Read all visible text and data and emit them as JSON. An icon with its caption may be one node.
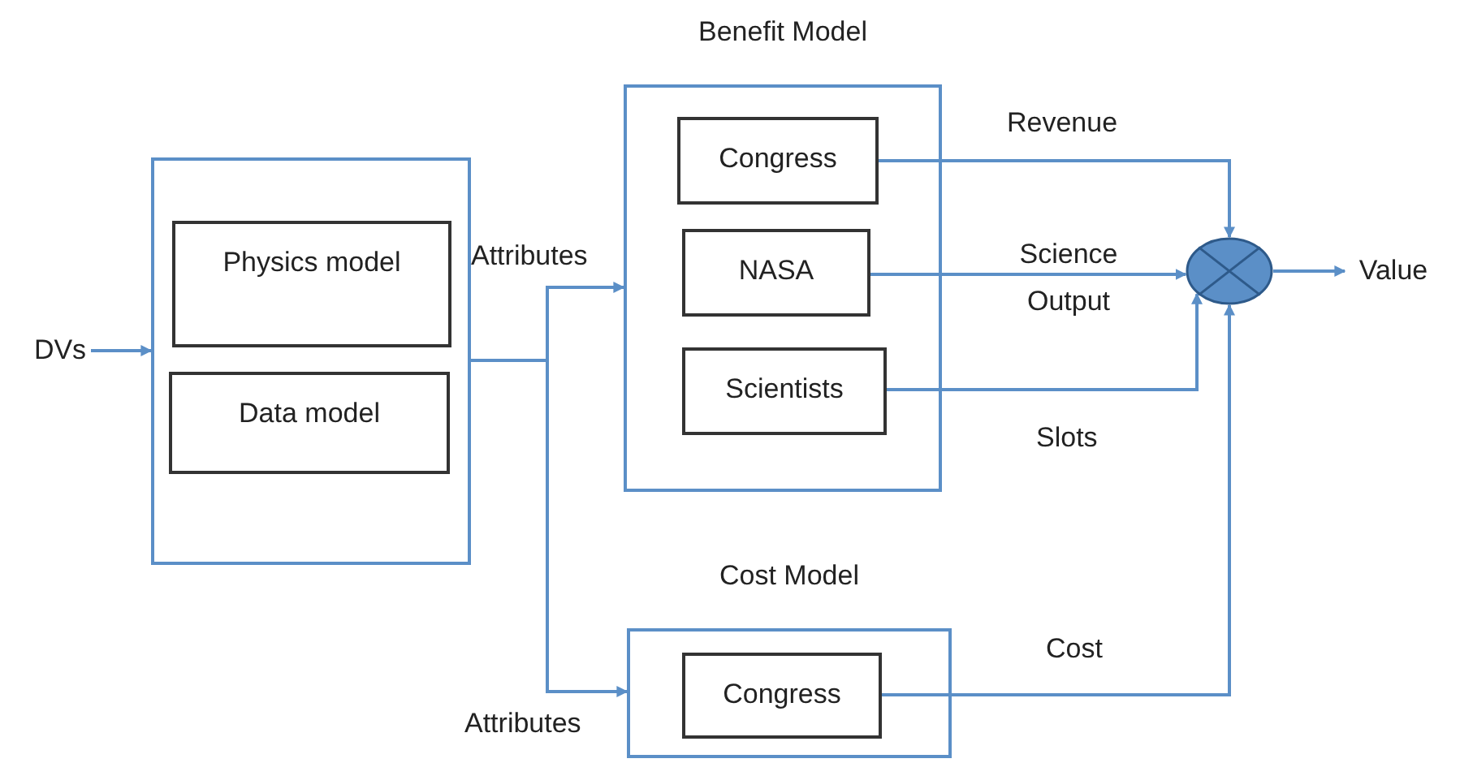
{
  "diagram": {
    "nodes": [
      {
        "text": [
          "DVs"
        ]
      },
      {
        "text": [],
        "shape": "box"
      },
      {
        "text": [
          "Physics model"
        ],
        "in": 1
      },
      {
        "text": [
          "Data model"
        ],
        "in": 1
      },
      {
        "text": [
          "Benefit Model"
        ]
      },
      {
        "text": [
          "Congress"
        ],
        "in": 4
      },
      {
        "text": [
          "NASA"
        ],
        "in": 4
      },
      {
        "text": [
          "Scientists"
        ],
        "in": 4
      },
      {
        "text": [
          "Cost Model"
        ]
      },
      {
        "text": [
          "Congress"
        ],
        "in": 8
      },
      {
        "text": [],
        "shape": "circle"
      },
      {
        "text": [
          "Value"
        ]
      }
    ],
    "edges": [
      {
        "from": 0,
        "to": 1,
        "arrow": "to"
      },
      {
        "from": 1,
        "to": 4,
        "arrow": "to",
        "label": "Attributes"
      },
      {
        "from": 1,
        "to": 8,
        "arrow": "to",
        "label": "Attributes"
      },
      {
        "from": 5,
        "to": 10,
        "arrow": "to",
        "label": "Revenue"
      },
      {
        "from": 6,
        "to": 10,
        "arrow": "to",
        "label": "Science Output"
      },
      {
        "from": 7,
        "to": 10,
        "arrow": "to",
        "label": "Slots"
      },
      {
        "from": 9,
        "to": 10,
        "arrow": "to",
        "label": "Cost"
      },
      {
        "from": 10,
        "to": 11,
        "arrow": "to"
      }
    ]
  }
}
